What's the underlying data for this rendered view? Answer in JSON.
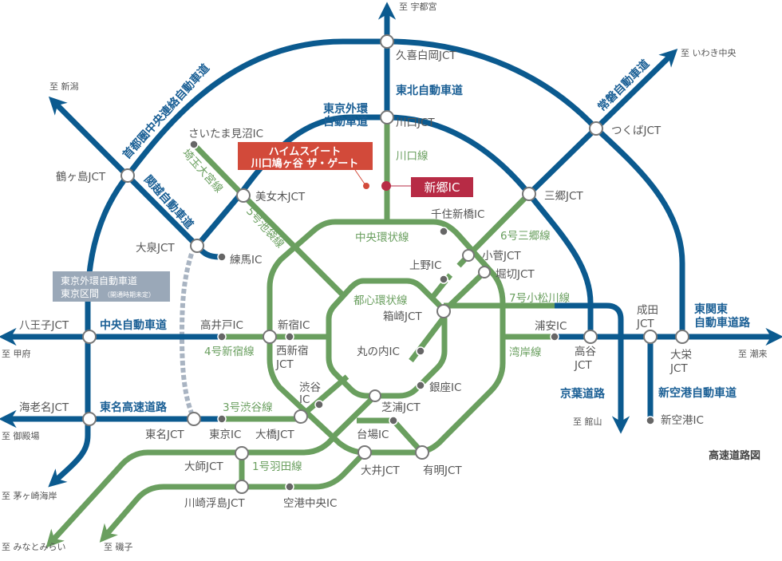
{
  "colors": {
    "expressway": "#0b5a8f",
    "metropolitan": "#6a9f5f",
    "property": "#d24a3a",
    "interchange": "#b72b45",
    "planned": "#9aa8b8"
  },
  "title": "高速道路図",
  "property_label": [
    "ハイムスイート",
    "川口鳩ヶ谷 ザ・ゲート"
  ],
  "nearest_ic": "新郷IC",
  "planned_section": {
    "line1": "東京外環自動車道",
    "line2": "東京区間",
    "note": "（開通時期未定）"
  },
  "destinations": [
    "至 宇都宮",
    "至 新潟",
    "至 いわき中央",
    "至 甲府",
    "至 御殿場",
    "至 茅ヶ崎海岸",
    "至 みなとみらい",
    "至 磯子",
    "至 館山",
    "至 潮来"
  ],
  "junctions": [
    "久喜白岡JCT",
    "川口JCT",
    "さいたま見沼IC",
    "美女木JCT",
    "鶴ヶ島JCT",
    "大泉JCT",
    "練馬IC",
    "つくばJCT",
    "三郷JCT",
    "千住新橋IC",
    "小菅JCT",
    "堀切JCT",
    "上野IC",
    "箱崎JCT",
    "丸の内IC",
    "新宿IC",
    "西新宿",
    "JCT",
    "高井戸IC",
    "八王子JCT",
    "海老名JCT",
    "東名JCT",
    "東京IC",
    "大橋JCT",
    "渋谷",
    "IC",
    "銀座IC",
    "芝浦JCT",
    "台場IC",
    "大井JCT",
    "有明JCT",
    "大師JCT",
    "川崎浮島JCT",
    "空港中央IC",
    "浦安IC",
    "高谷",
    "成田",
    "大栄",
    "新空港IC"
  ],
  "expressways": [
    "東北自動車道",
    "東京外環",
    "自動車道",
    "中央自動車道",
    "東名高速道路",
    "京葉道路",
    "新空港自動車道",
    "東関東",
    "自動車道路",
    "首都圏中央連絡自動車道",
    "関越自動車道",
    "常磐自動車道"
  ],
  "metro_lines": [
    "川口線",
    "中央環状線",
    "6号三郷線",
    "都心環状線",
    "7号小松川線",
    "湾岸線",
    "4号新宿線",
    "3号渋谷線",
    "1号羽田線",
    "埼玉大宮線",
    "5号池袋線"
  ]
}
